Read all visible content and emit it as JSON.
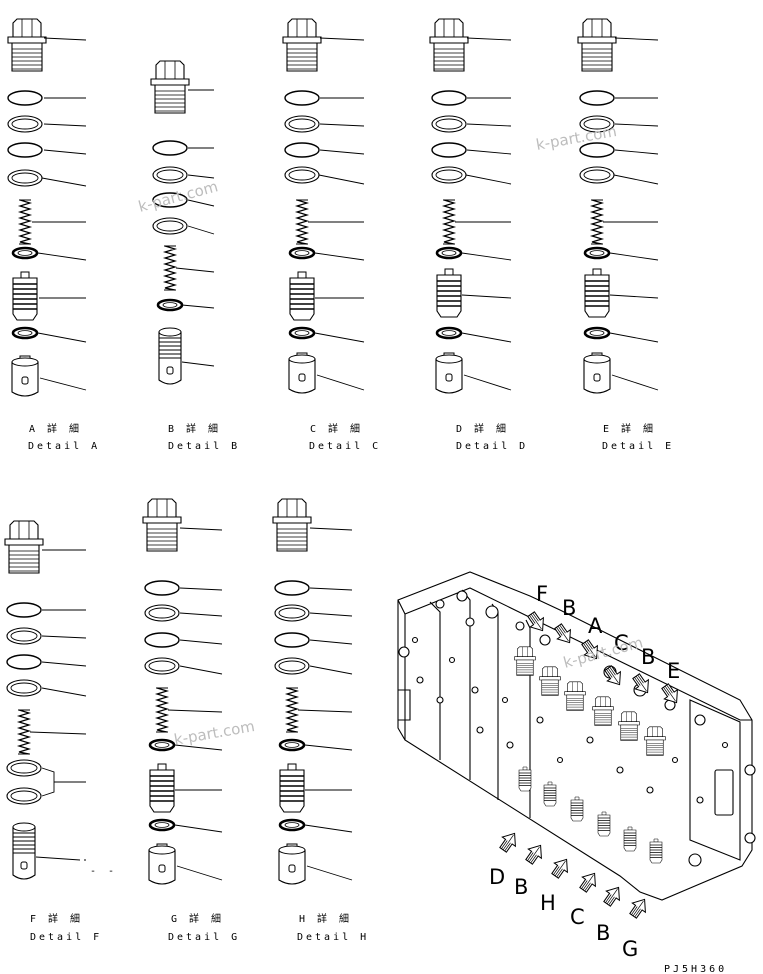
{
  "details": [
    {
      "id": "A",
      "jp": "A 詳 細",
      "en": "Detail A"
    },
    {
      "id": "B",
      "jp": "B 詳 細",
      "en": "Detail B"
    },
    {
      "id": "C",
      "jp": "C 詳 細",
      "en": "Detail C"
    },
    {
      "id": "D",
      "jp": "D 詳 細",
      "en": "Detail D"
    },
    {
      "id": "E",
      "jp": "E 詳 細",
      "en": "Detail E"
    },
    {
      "id": "F",
      "jp": "F 詳 細",
      "en": "Detail F"
    },
    {
      "id": "G",
      "jp": "G 詳 細",
      "en": "Detail G"
    },
    {
      "id": "H",
      "jp": "H 詳 細",
      "en": "Detail H"
    }
  ],
  "callouts": {
    "top": [
      "F",
      "B",
      "A",
      "C",
      "B",
      "E"
    ],
    "bottom": [
      "D",
      "B",
      "H",
      "C",
      "B",
      "G"
    ]
  },
  "watermark": "k-part.com",
  "f_dash_note": "- -",
  "drawing_code": "PJ5H360"
}
